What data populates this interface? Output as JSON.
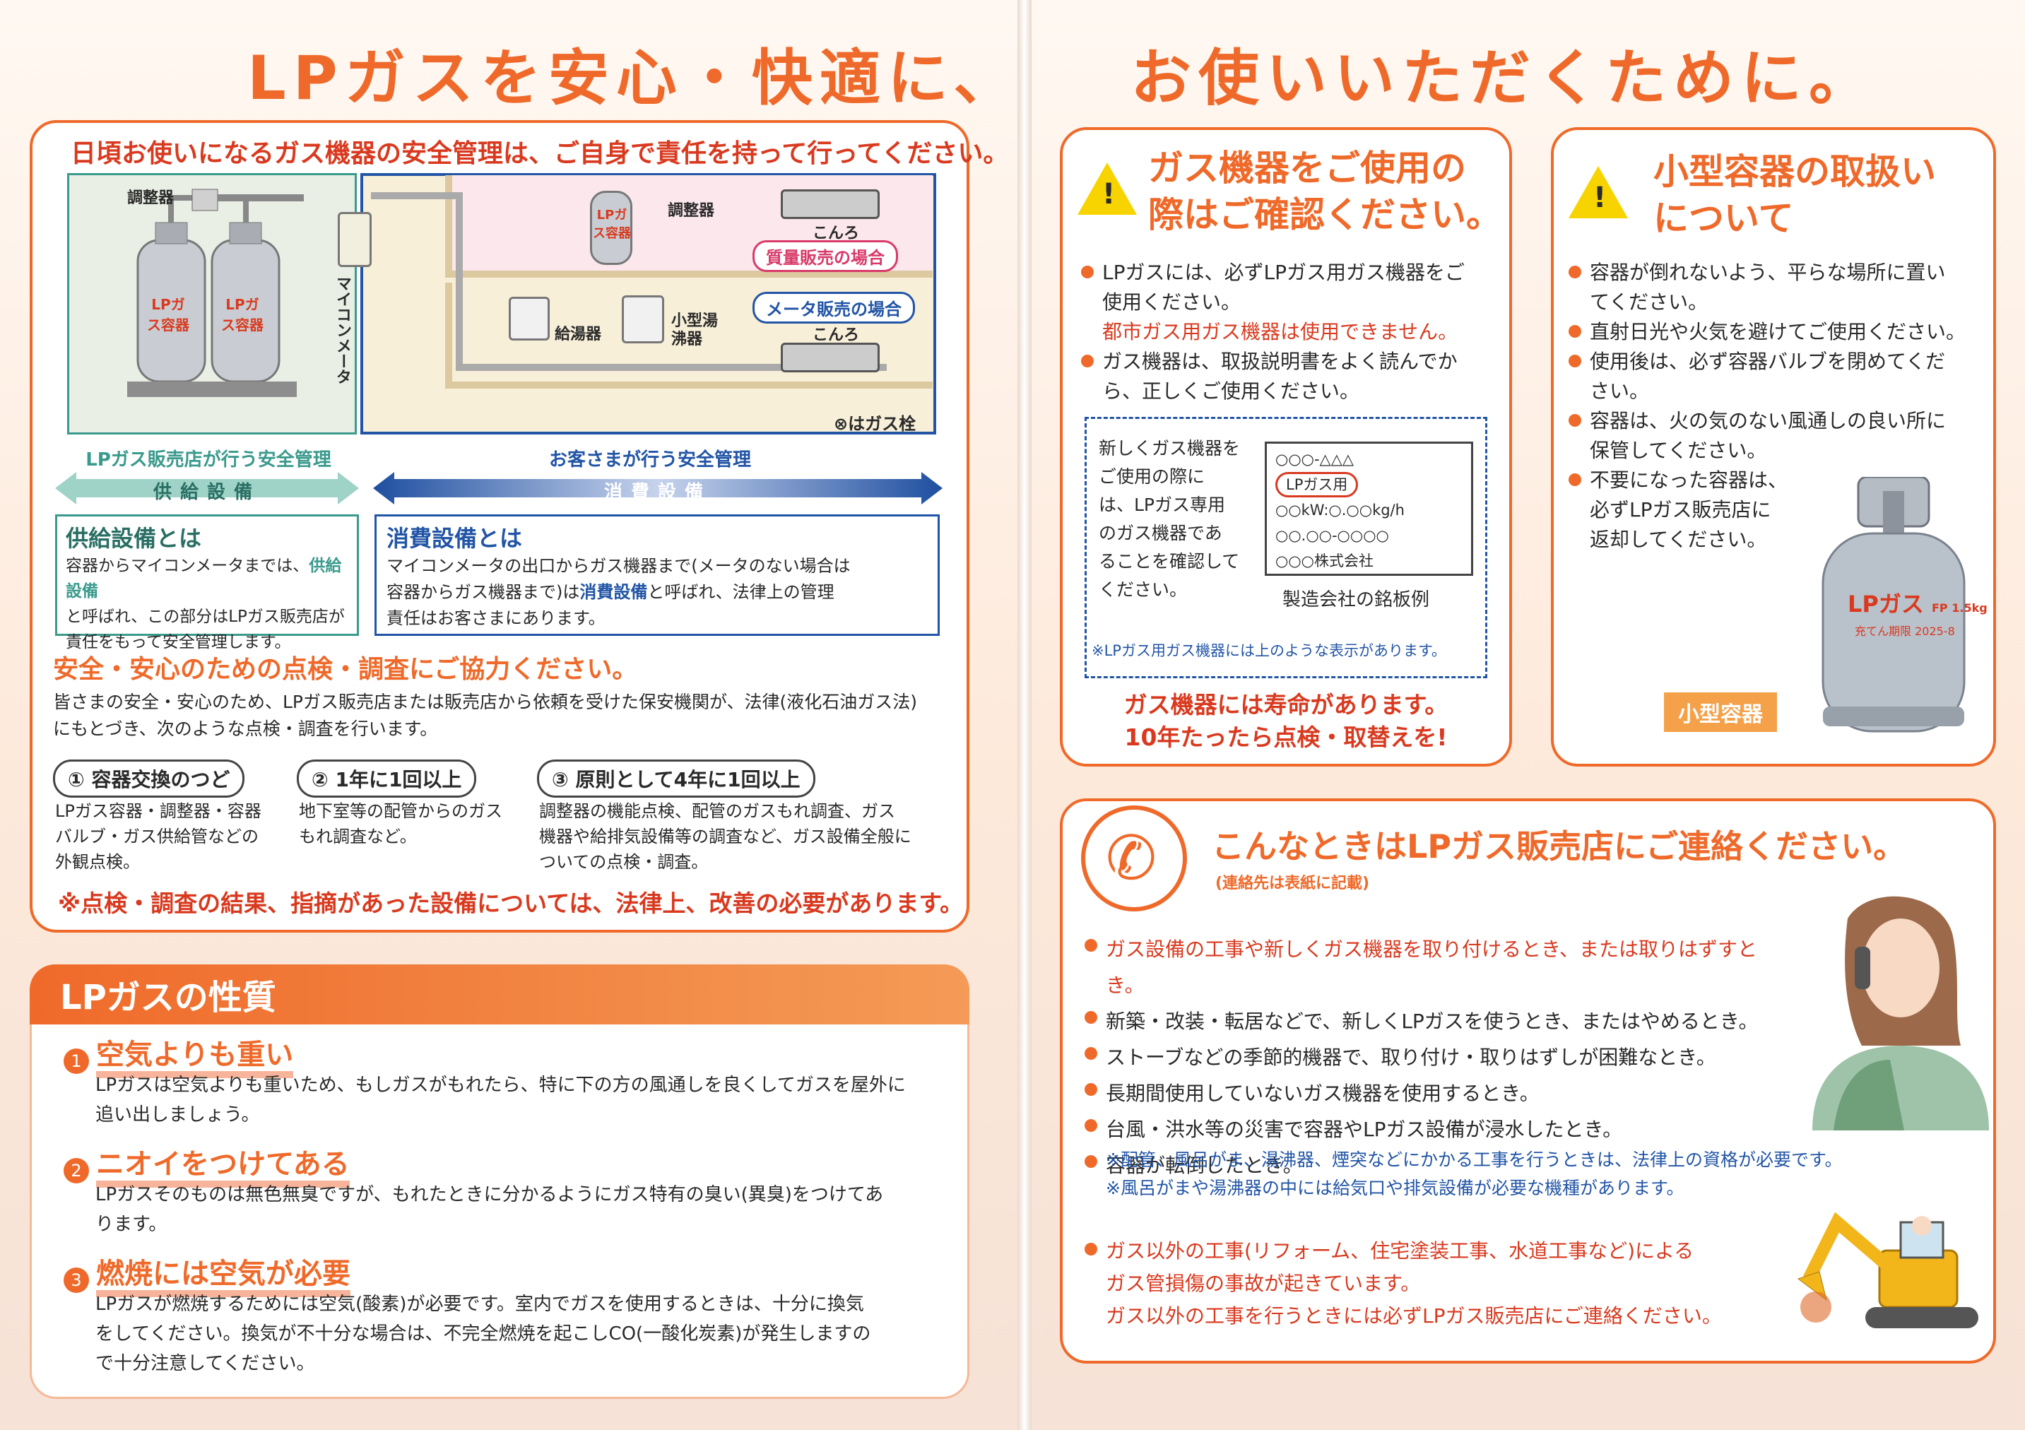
{
  "title_left": "LPガスを安心・快適に、",
  "title_right": "お使いいただくために。",
  "left": {
    "intro": "日頃お使いになるガス機器の安全管理は、ご自身で責任を持って行ってください。",
    "diagram": {
      "regulator": "調整器",
      "cylinder": "LPガス容器",
      "micom_meter": "マイコンメータ",
      "regulator2": "調整器",
      "stove": "こんろ",
      "mass_sale": "質量販売の場合",
      "meter_sale": "メータ販売の場合",
      "water_heater": "給湯器",
      "small_heater": "小型湯沸器",
      "stove2": "こんろ",
      "valve_legend": "はガス栓",
      "dealer_mgmt": "LPガス販売店が行う安全管理",
      "customer_mgmt": "お客さまが行う安全管理",
      "supply_equipment": "供給設備",
      "consumer_equipment": "消費設備"
    },
    "supply_box": {
      "title": "供給設備とは",
      "t1": "容器からマイコンメータまでは、",
      "t1b": "供給設備",
      "t2": "と呼ばれ、この部分はLPガス販売店が",
      "t3": "責任をもって安全管理します。"
    },
    "consumer_box": {
      "title": "消費設備とは",
      "t1": "マイコンメータの出口からガス機器まで(メータのない場合は",
      "t2a": "容器からガス機器まで)は",
      "t2b": "消費設備",
      "t2c": "と呼ばれ、法律上の管理",
      "t3": "責任はお客さまにあります。"
    },
    "inspection": {
      "heading": "安全・安心のための点検・調査にご協力ください。",
      "body1": "皆さまの安全・安心のため、LPガス販売店または販売店から依頼を受けた保安機関が、法律(液化石油ガス法)",
      "body2": "にもとづき、次のような点検・調査を行います。",
      "items": [
        {
          "label": "① 容器交換のつど",
          "lines": [
            "LPガス容器・調整器・容器",
            "バルブ・ガス供給管などの",
            "外観点検。"
          ]
        },
        {
          "label": "② 1年に1回以上",
          "lines": [
            "地下室等の配管からのガス",
            "もれ調査など。"
          ]
        },
        {
          "label": "③ 原則として4年に1回以上",
          "lines": [
            "調整器の機能点検、配管のガスもれ調査、ガス",
            "機器や給排気設備等の調査など、ガス設備全般に",
            "ついての点検・調査。"
          ]
        }
      ],
      "notice": "※点検・調査の結果、指摘があった設備については、法律上、改善の必要があります。"
    },
    "properties": {
      "header": "LPガスの性質",
      "items": [
        {
          "num": "1",
          "title": "空気よりも重い",
          "lines": [
            "LPガスは空気よりも重いため、もしガスがもれたら、特に下の方の風通しを良くしてガスを屋外に",
            "追い出しましょう。"
          ]
        },
        {
          "num": "2",
          "title": "ニオイをつけてある",
          "lines": [
            "LPガスそのものは無色無臭ですが、もれたときに分かるようにガス特有の臭い(異臭)をつけてあ",
            "ります。"
          ]
        },
        {
          "num": "3",
          "title": "燃焼には空気が必要",
          "lines": [
            "LPガスが燃焼するためには空気(酸素)が必要です。室内でガスを使用するときは、十分に換気",
            "をしてください。換気が不十分な場合は、不完全燃焼を起こしCO(一酸化炭素)が発生しますの",
            "で十分注意してください。"
          ]
        }
      ]
    }
  },
  "right": {
    "device_box": {
      "title1": "ガス機器をご使用の",
      "title2": "際はご確認ください。",
      "b1a": "LPガスには、必ずLPガス用ガス機器をご",
      "b1b": "使用ください。",
      "b1c": "都市ガス用ガス機器は使用できません。",
      "b2a": "ガス機器は、取扱説明書をよく読んでか",
      "b2b": "ら、正しくご使用ください。",
      "plate_text": [
        "新しくガス機器を",
        "ご使用の際に",
        "は、LPガス専用",
        "のガス機器であ",
        "ることを確認して",
        "ください。"
      ],
      "plate_lines": [
        "○○○-△△△",
        "LPガス用",
        "○○kW:○.○○kg/h",
        "○○.○○-○○○○",
        "○○○株式会社"
      ],
      "plate_caption": "製造会社の銘板例",
      "plate_note": "※LPガス用ガス機器には上のような表示があります。",
      "life1": "ガス機器には寿命があります。",
      "life2": "10年たったら点検・取替えを!"
    },
    "small_box": {
      "title1": "小型容器の取扱い",
      "title2": "について",
      "items": [
        [
          "容器が倒れないよう、平らな場所に置い",
          "てください。"
        ],
        [
          "直射日光や火気を避けてご使用ください。"
        ],
        [
          "使用後は、必ず容器バルブを閉めてくだ",
          "さい。"
        ],
        [
          "容器は、火の気のない風通しの良い所に",
          "保管してください。"
        ],
        [
          "不要になった容器は、",
          "必ずLPガス販売店に",
          "返却してください。"
        ]
      ],
      "cyl_label": "LPガス",
      "cyl_sub": "FP 1.5kg",
      "cyl_date": "充てん期限 2025-8",
      "badge": "小型容器"
    },
    "contact": {
      "title": "こんなときはLPガス販売店にご連絡ください。",
      "sub": "(連絡先は表紙に記載)",
      "items": [
        "ガス設備の工事や新しくガス機器を取り付けるとき、または取りはずすとき。",
        "新築・改装・転居などで、新しくLPガスを使うとき、またはやめるとき。",
        "ストーブなどの季節的機器で、取り付け・取りはずしが困難なとき。",
        "長期間使用していないガス機器を使用するとき。",
        "台風・洪水等の災害で容器やLPガス設備が浸水したとき。",
        "容器が転倒したとき。"
      ],
      "note1": "※配管、風呂がま、湯沸器、煙突などにかかる工事を行うときは、法律上の資格が必要です。",
      "note2": "※風呂がまや湯沸器の中には給気口や排気設備が必要な機種があります。",
      "last1": "ガス以外の工事(リフォーム、住宅塗装工事、水道工事など)による",
      "last2": "ガス管損傷の事故が起きています。",
      "last3": "ガス以外の工事を行うときには必ずLPガス販売店にご連絡ください。"
    }
  },
  "colors": {
    "accent": "#ef6a2a",
    "red": "#d93a1f",
    "blue": "#2255a6",
    "teal": "#3a9a8c"
  }
}
